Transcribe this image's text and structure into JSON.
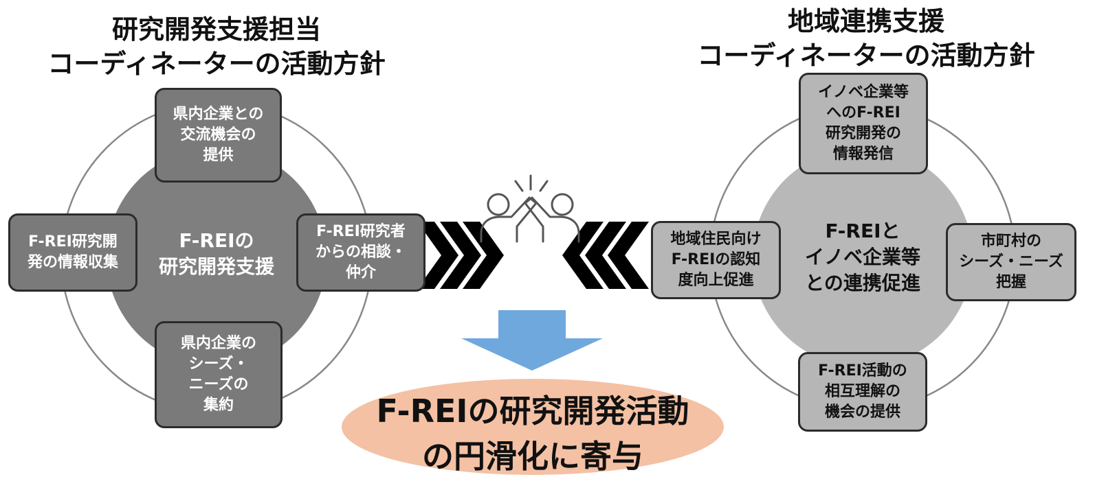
{
  "left": {
    "title": [
      "研究開発支援担当",
      "コーディネーターの活動方針"
    ],
    "center": [
      "F-REIの",
      "研究開発支援"
    ],
    "boxes": {
      "top": [
        "県内企業との",
        "交流機会の",
        "提供"
      ],
      "left": [
        "F-REI研究開",
        "発の情報収集"
      ],
      "right": [
        "F-REI研究者",
        "からの相談・",
        "仲介"
      ],
      "bottom": [
        "県内企業の",
        "シーズ・",
        "ニーズの",
        "集約"
      ]
    }
  },
  "right": {
    "title": [
      "地域連携支援",
      "コーディネーターの活動方針"
    ],
    "center": [
      "F-REIと",
      "イノベ企業等",
      "との連携促進"
    ],
    "boxes": {
      "top": [
        "イノベ企業等",
        "へのF-REI",
        "研究開発の",
        "情報発信"
      ],
      "left": [
        "地域住民向け",
        "F-REIの認知",
        "度向上促進"
      ],
      "right": [
        "市町村の",
        "シーズ・ニーズ",
        "把握"
      ],
      "bottom": [
        "F-REI活動の",
        "相互理解の",
        "機会の提供"
      ]
    }
  },
  "result": [
    "F-REIの研究開発活動",
    "の円滑化に寄与"
  ],
  "colors": {
    "left_circle": "#7f7f7f",
    "left_box": "#7a7a7a",
    "right_circle": "#b8b8b8",
    "right_box": "#b6b6b6",
    "chevron": "#000000",
    "down_arrow": "#6fa8dc",
    "result_ellipse": "#f4c1a4",
    "icon_stroke": "#555555"
  },
  "icons": [
    "chevrons-right-icon",
    "high-five-icon",
    "chevrons-left-icon",
    "arrow-down-icon"
  ]
}
